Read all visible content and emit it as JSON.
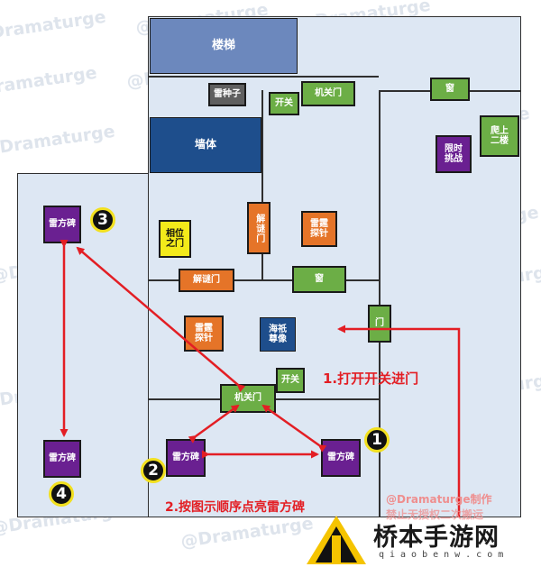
{
  "watermark": "@Dramaturge",
  "rooms": {
    "stairs": "楼梯",
    "wall": "墙体",
    "thunder_seed": "雷种子",
    "switch_top": "开关",
    "mech_door_top": "机关门",
    "window_top": "窗",
    "climb_second_floor": "爬上二楼",
    "timed_challenge": "限时挑战",
    "phase_gate": "相位之门",
    "puzzle_door_vertical": "解谜门",
    "thunder_trap_upper": "雷霆探针",
    "puzzle_door_horizontal": "解谜门",
    "window_middle": "窗",
    "door_right": "门",
    "thunder_trap_lower": "雷霆探针",
    "seaweed_statue": "海祇尊像",
    "switch_lower": "开关",
    "mech_door_lower": "机关门",
    "monument_1": "雷方碑",
    "monument_2": "雷方碑",
    "monument_3": "雷方碑",
    "monument_4": "雷方碑"
  },
  "markers": {
    "n1": "1",
    "n2": "2",
    "n3": "3",
    "n4": "4"
  },
  "annotations": {
    "step1": "1.打开开关进门",
    "step2": "2.按图示顺序点亮雷方碑"
  },
  "credit": {
    "line1": "@Dramaturge制作",
    "line2": "禁止无授权二次搬运"
  },
  "logo": {
    "name": "桥本手游网",
    "sub": "qiaobenw.com"
  },
  "colors": {
    "arrow": "#e31e24",
    "floor": "#dde7f3",
    "marker_ring": "#f2e01f"
  }
}
